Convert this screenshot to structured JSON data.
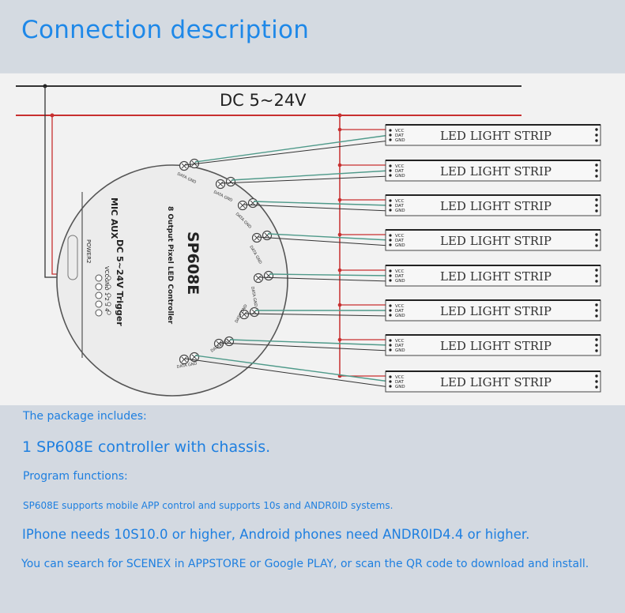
{
  "header": {
    "title": "Connection description"
  },
  "diagram": {
    "power_label": "DC 5~24V",
    "controller": {
      "model": "SP608E",
      "subtitle": "8 Output Pixel LED Controller",
      "power_trigger_label": "DC 5~24V Trigger",
      "mic_aux_label": "MIC AUX",
      "power_port_label": "POWER2",
      "pin_label": "VCCGND 1  2  3  4",
      "output_label": "DATA GND"
    },
    "strip_pins": [
      "VCC",
      "DAT",
      "GND"
    ],
    "strip_label": "LED  LIGHT STRIP",
    "colors": {
      "positive": "#c83030",
      "negative": "#333333",
      "data": "#4f9a8a"
    }
  },
  "info": {
    "package_heading": "The package includes:",
    "package_item": "1 SP608E controller with chassis.",
    "program_heading": "Program functions:",
    "support_text": "SP608E supports mobile APP control and supports 10s and ANDR0ID systems.",
    "requirement_text": "IPhone needs 10S10.0 or higher, Android phones need ANDR0ID4.4 or higher.",
    "download_text": "You can search for SCENEX in APPSTORE or Google PLAY, or scan the QR code to download and install."
  }
}
